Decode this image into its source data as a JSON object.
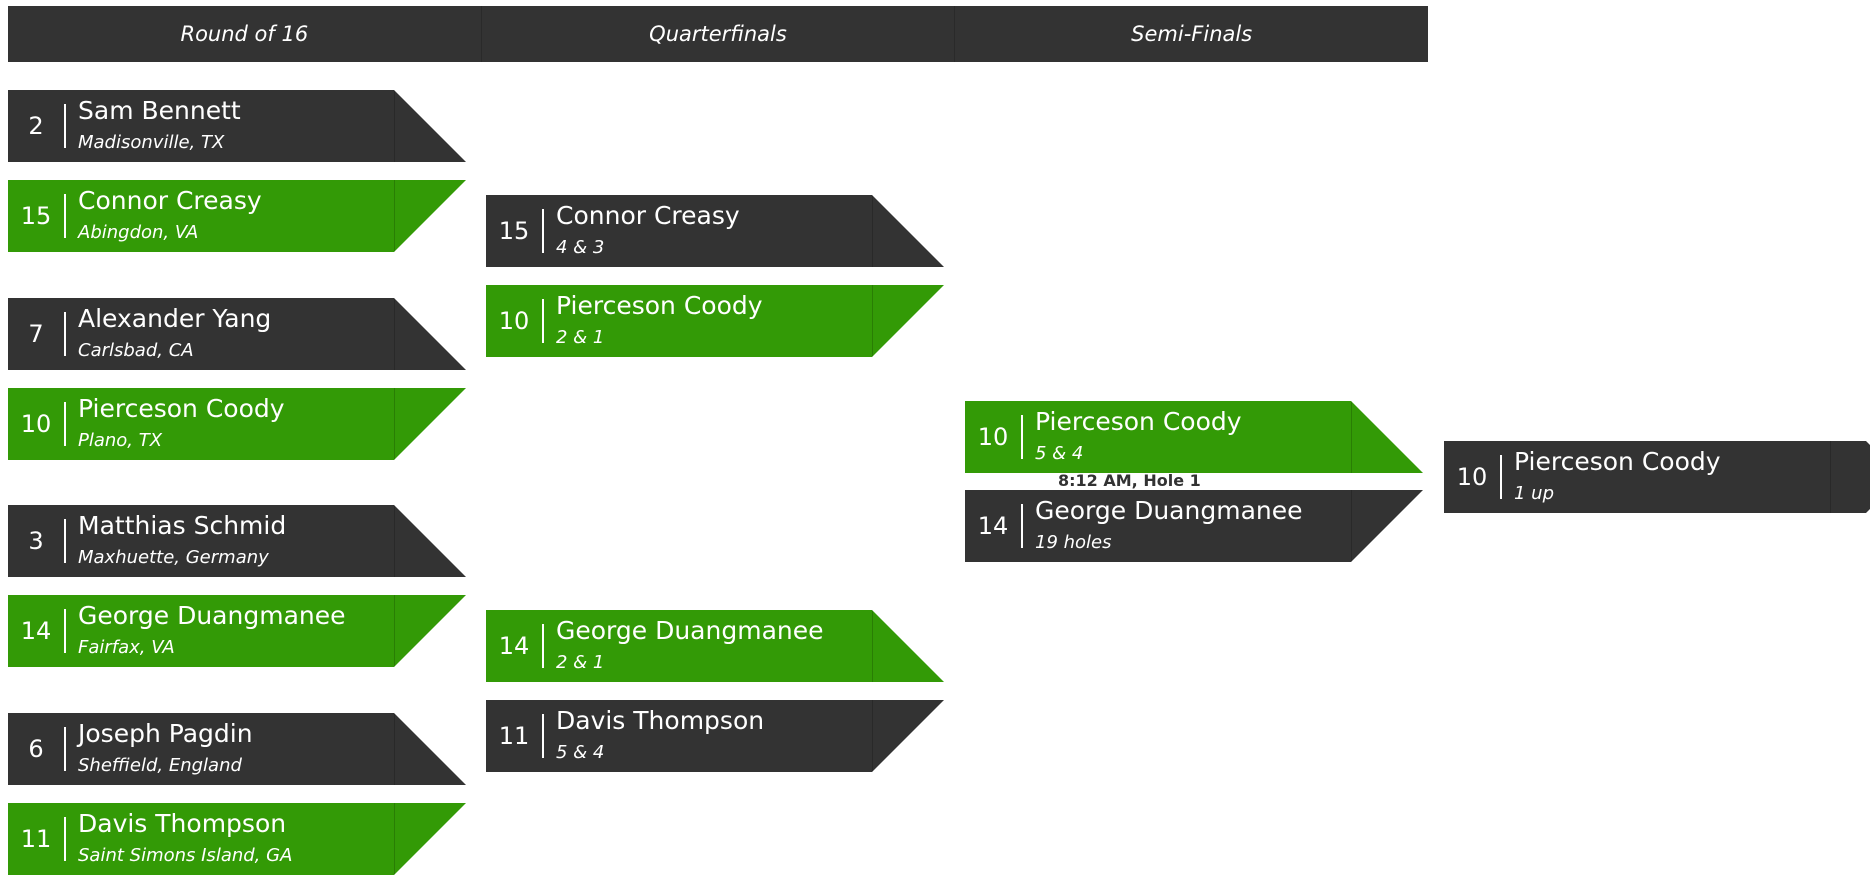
{
  "rounds": [
    "Round of 16",
    "Quarterfinals",
    "Semi-Finals"
  ],
  "colors": {
    "dark": "#333333",
    "green": "#339a06"
  },
  "round_of_16": [
    {
      "seed": "2",
      "name": "Sam Bennett",
      "sub": "Madisonville, TX"
    },
    {
      "seed": "15",
      "name": "Connor Creasy",
      "sub": "Abingdon, VA"
    },
    {
      "seed": "7",
      "name": "Alexander Yang",
      "sub": "Carlsbad, CA"
    },
    {
      "seed": "10",
      "name": "Pierceson Coody",
      "sub": "Plano, TX"
    },
    {
      "seed": "3",
      "name": "Matthias Schmid",
      "sub": "Maxhuette, Germany"
    },
    {
      "seed": "14",
      "name": "George Duangmanee",
      "sub": "Fairfax, VA"
    },
    {
      "seed": "6",
      "name": "Joseph Pagdin",
      "sub": "Sheffield, England"
    },
    {
      "seed": "11",
      "name": "Davis Thompson",
      "sub": "Saint Simons Island, GA"
    }
  ],
  "quarterfinals": [
    {
      "seed": "15",
      "name": "Connor Creasy",
      "sub": "4 & 3"
    },
    {
      "seed": "10",
      "name": "Pierceson Coody",
      "sub": "2 & 1"
    },
    {
      "seed": "14",
      "name": "George Duangmanee",
      "sub": "2 & 1"
    },
    {
      "seed": "11",
      "name": "Davis Thompson",
      "sub": "5 & 4"
    }
  ],
  "semifinals": [
    {
      "seed": "10",
      "name": "Pierceson Coody",
      "sub": "5 & 4"
    },
    {
      "seed": "14",
      "name": "George Duangmanee",
      "sub": "19 holes"
    }
  ],
  "semifinal_tee_time": "8:12 AM, Hole 1",
  "final": {
    "seed": "10",
    "name": "Pierceson Coody",
    "sub": "1 up"
  }
}
